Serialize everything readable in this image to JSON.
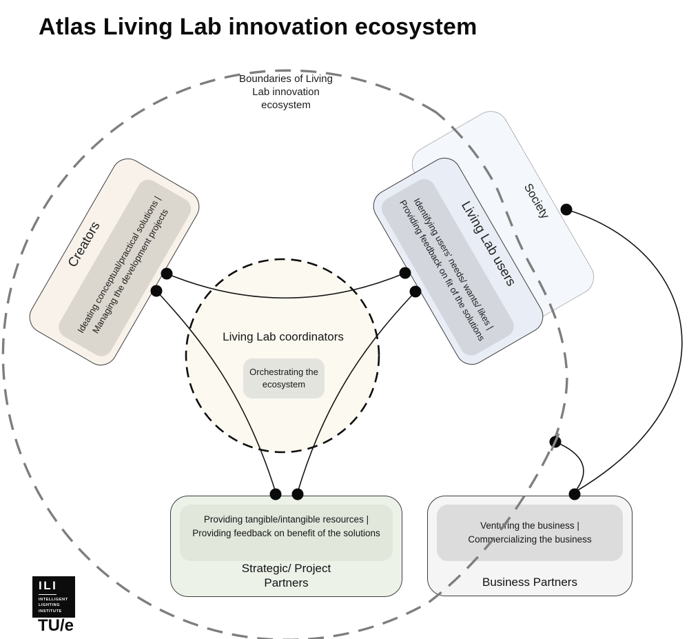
{
  "title": "Atlas Living Lab innovation ecosystem",
  "boundary": {
    "lines": [
      "Boundaries of Living",
      "Lab innovation",
      "ecosystem"
    ]
  },
  "nodes": {
    "creators": {
      "label": "Creators",
      "activities": [
        "Ideating conceptual/practical solutions |",
        "Managing the development projects"
      ]
    },
    "living_lab_users": {
      "label": "Living Lab users",
      "activities": [
        "Identifying users' needs/ wants/ likes |",
        "Providing feedback on fit of the solutions"
      ]
    },
    "society": {
      "label": "Society"
    },
    "coordinators": {
      "label": "Living Lab coordinators",
      "activity_lines": [
        "Orchestrating the",
        "ecosystem"
      ]
    },
    "strategic_project_partners": {
      "label_lines": [
        "Strategic/ Project",
        "Partners"
      ],
      "activities": [
        "Providing tangible/intangible resources |",
        "Providing feedback on benefit of  the solutions"
      ]
    },
    "business_partners": {
      "label": "Business Partners",
      "activities": [
        "Venturing the business |",
        "Commercializing the business"
      ]
    }
  },
  "logos": {
    "ili": {
      "acronym": "ILI",
      "lines": [
        "INTELLIGENT",
        "LIGHTING",
        "INSTITUTE"
      ]
    },
    "university": "TU/e"
  },
  "colors": {
    "boundary_dash": "#7e7e7e",
    "edge_line": "#141414",
    "dot": "#0a0a0a",
    "creators_fill": "#f8f2eb",
    "creators_panel": "#dbd7ce",
    "users_fill": "#e9edf5",
    "users_panel": "#d3d6dd",
    "society_fill": "#f4f7fb",
    "coordinators_fill": "#fbf9f0",
    "coordinators_panel": "#e4e4df",
    "strategic_fill": "#edf2e9",
    "strategic_panel": "#e1e7db",
    "business_fill": "#f5f5f5",
    "business_panel": "#dcdcdc"
  }
}
